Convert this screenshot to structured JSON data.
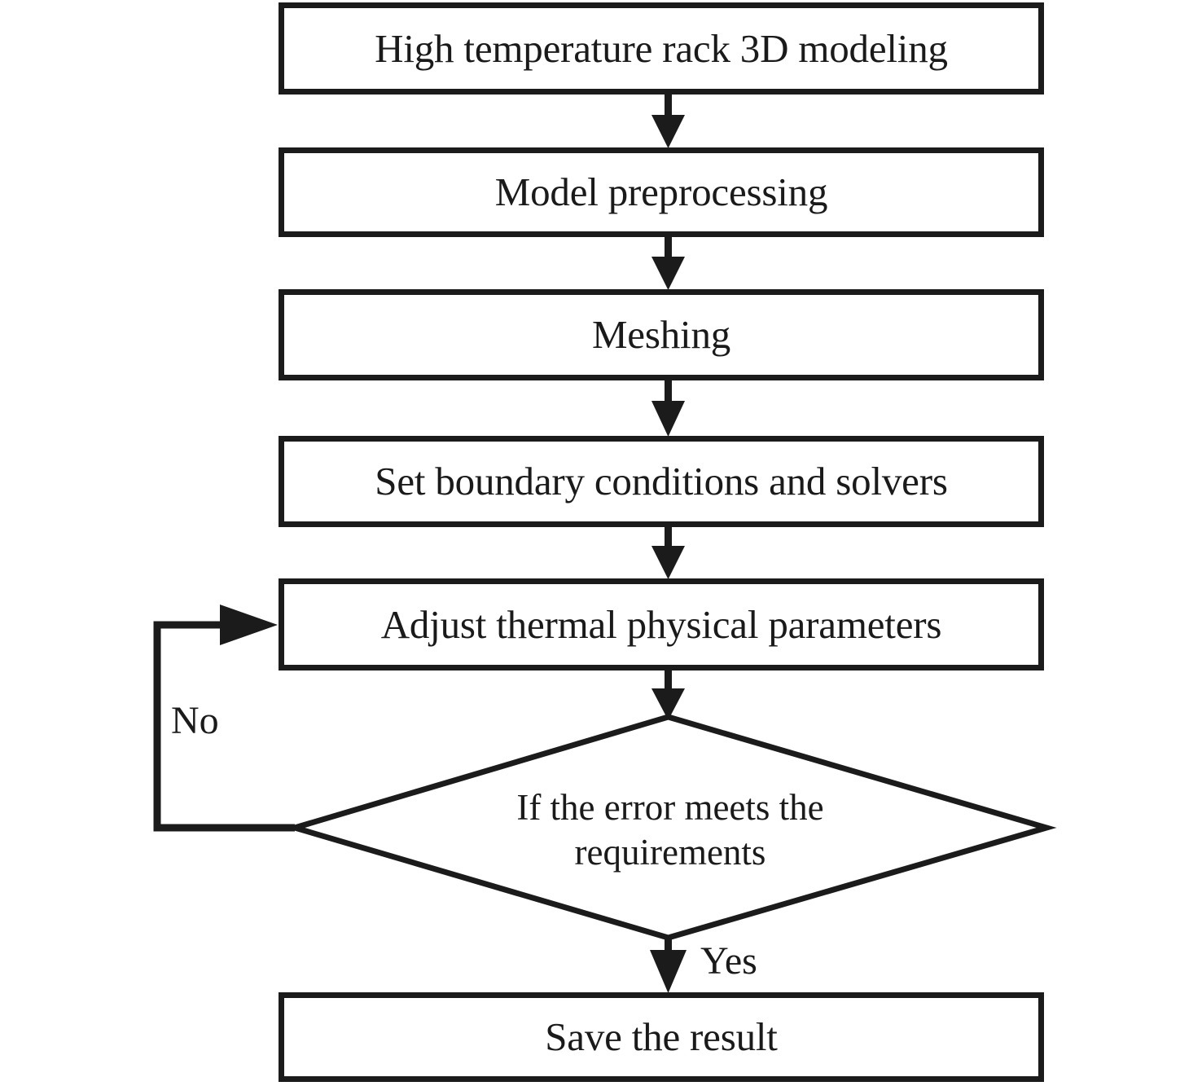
{
  "diagram": {
    "type": "flowchart",
    "orientation": "top-to-bottom",
    "nodes": [
      {
        "id": "n1",
        "shape": "process",
        "label": "High temperature rack 3D modeling"
      },
      {
        "id": "n2",
        "shape": "process",
        "label": "Model preprocessing"
      },
      {
        "id": "n3",
        "shape": "process",
        "label": "Meshing"
      },
      {
        "id": "n4",
        "shape": "process",
        "label": "Set boundary conditions and solvers"
      },
      {
        "id": "n5",
        "shape": "process",
        "label": "Adjust thermal physical parameters"
      },
      {
        "id": "n6",
        "shape": "decision",
        "label_line1": "If the error meets the",
        "label_line2": "requirements"
      },
      {
        "id": "n7",
        "shape": "process",
        "label": "Save the result"
      }
    ],
    "edges": [
      {
        "from": "n1",
        "to": "n2",
        "label": ""
      },
      {
        "from": "n2",
        "to": "n3",
        "label": ""
      },
      {
        "from": "n3",
        "to": "n4",
        "label": ""
      },
      {
        "from": "n4",
        "to": "n5",
        "label": ""
      },
      {
        "from": "n5",
        "to": "n6",
        "label": ""
      },
      {
        "from": "n6",
        "to": "n5",
        "label": "No"
      },
      {
        "from": "n6",
        "to": "n7",
        "label": "Yes"
      }
    ],
    "labels": {
      "no": "No",
      "yes": "Yes"
    },
    "colors": {
      "stroke": "#1c1b1b",
      "fill": "#ffffff",
      "text": "#1a1a1a"
    }
  }
}
